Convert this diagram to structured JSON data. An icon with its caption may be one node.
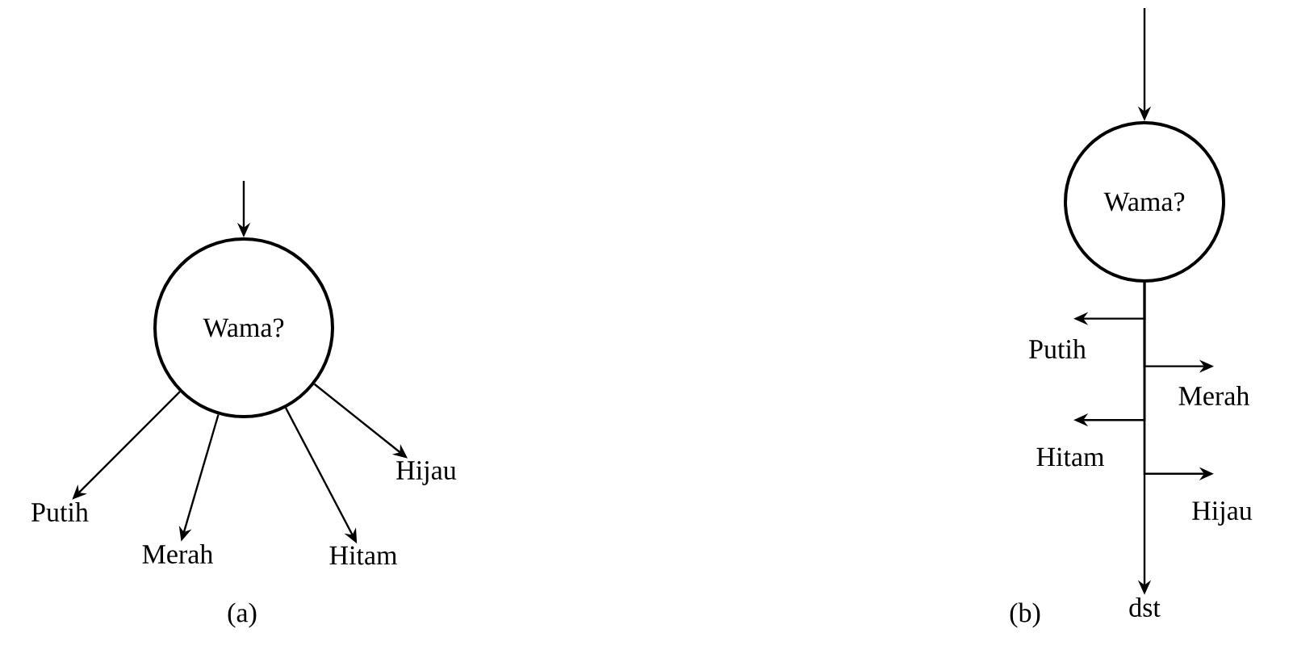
{
  "diagram": {
    "nodes": [
      {
        "text": [
          "Wama?"
        ]
      },
      {
        "text": [
          "Putih"
        ]
      },
      {
        "text": [
          "Merah"
        ]
      },
      {
        "text": [
          "Hitam"
        ]
      },
      {
        "text": [
          "Hijau"
        ]
      },
      {
        "text": [
          "Wama?"
        ]
      },
      {
        "text": [
          "Putih"
        ]
      },
      {
        "text": [
          "Merah"
        ]
      },
      {
        "text": [
          "Hitam"
        ]
      },
      {
        "text": [
          "Hijau"
        ]
      },
      {
        "text": [
          "dst"
        ]
      }
    ],
    "edges": [
      {
        "from": null,
        "to": 0,
        "arrow": "to"
      },
      {
        "from": 0,
        "to": 1,
        "arrow": "to"
      },
      {
        "from": 0,
        "to": 2,
        "arrow": "to"
      },
      {
        "from": 0,
        "to": 3,
        "arrow": "to"
      },
      {
        "from": 0,
        "to": 4,
        "arrow": "to"
      },
      {
        "from": null,
        "to": 5,
        "arrow": "to"
      },
      {
        "from": 5,
        "to": 6,
        "arrow": "to"
      },
      {
        "from": 5,
        "to": 7,
        "arrow": "to"
      },
      {
        "from": 5,
        "to": 8,
        "arrow": "to"
      },
      {
        "from": 5,
        "to": 9,
        "arrow": "to"
      },
      {
        "from": 5,
        "to": 10,
        "arrow": "to"
      }
    ],
    "labels": [
      "(a)",
      "(b)"
    ]
  }
}
